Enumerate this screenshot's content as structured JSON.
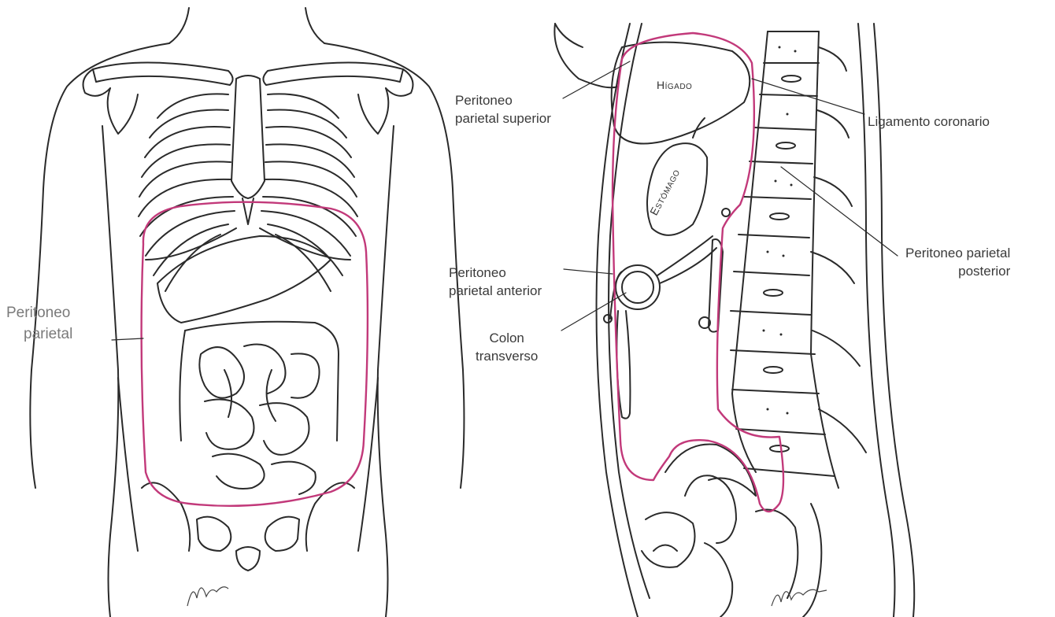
{
  "colors": {
    "line": "#2a2a2a",
    "peritoneum": "#c2397a",
    "label_dark": "#3a3a3a",
    "label_light": "#7a7a7a"
  },
  "front_view": {
    "label_line1": "Peritoneo",
    "label_line2": "parietal"
  },
  "side_view": {
    "organs": {
      "liver": "Hígado",
      "stomach": "Estómago"
    },
    "labels": {
      "superior_1": "Peritoneo",
      "superior_2": "parietal superior",
      "coronary": "Ligamento coronario",
      "posterior_1": "Peritoneo parietal",
      "posterior_2": "posterior",
      "anterior_1": "Peritoneo",
      "anterior_2": "parietal anterior",
      "colon_1": "Colon",
      "colon_2": "transverso"
    }
  }
}
